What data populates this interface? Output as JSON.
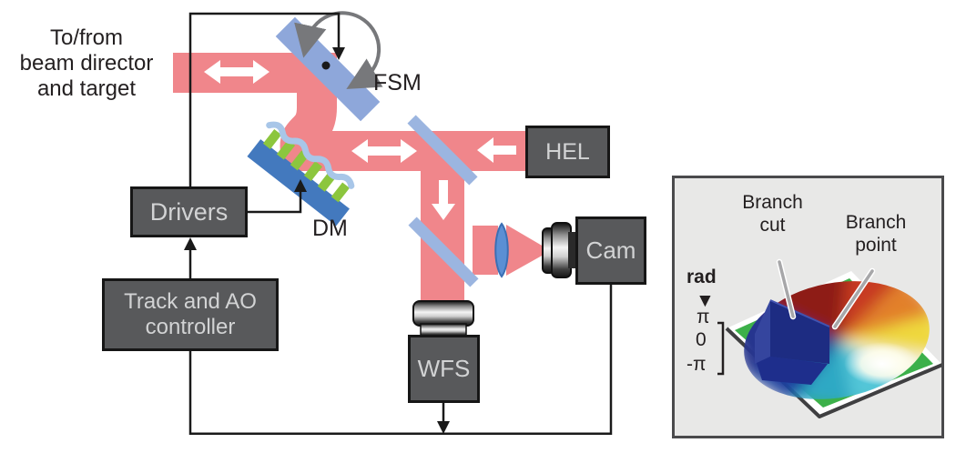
{
  "figure": {
    "io_label": {
      "line1": "To/from",
      "line2": "beam director",
      "line3": "and target"
    },
    "optics": {
      "fsm": "FSM",
      "dm": "DM"
    },
    "boxes": {
      "drivers": "Drivers",
      "hel": "HEL",
      "controller": {
        "line1": "Track and AO",
        "line2": "controller"
      },
      "wfs": "WFS",
      "cam": "Cam"
    }
  },
  "inset": {
    "annotations": {
      "branch_cut": {
        "line1": "Branch",
        "line2": "cut"
      },
      "branch_point": {
        "line1": "Branch",
        "line2": "point"
      }
    },
    "axis": {
      "unit": "rad",
      "ticks": [
        "π",
        "0",
        "-π"
      ]
    }
  },
  "colors": {
    "beam": "#F0868B",
    "fsm_mirror": "#8EA7DA",
    "beamsplitter": "#9BB5E0",
    "dm_base": "#4379BE",
    "dm_actuators": "#8CC63E",
    "dm_facesheet": "#A8C6E8",
    "box_fill": "#58595B",
    "box_text": "#D2D3D4",
    "control_line": "#1A1A1A",
    "inset_background": "#E8E8E7",
    "branch_wall": "#1D2C82",
    "zero_plane_green": "#3CB04A"
  }
}
